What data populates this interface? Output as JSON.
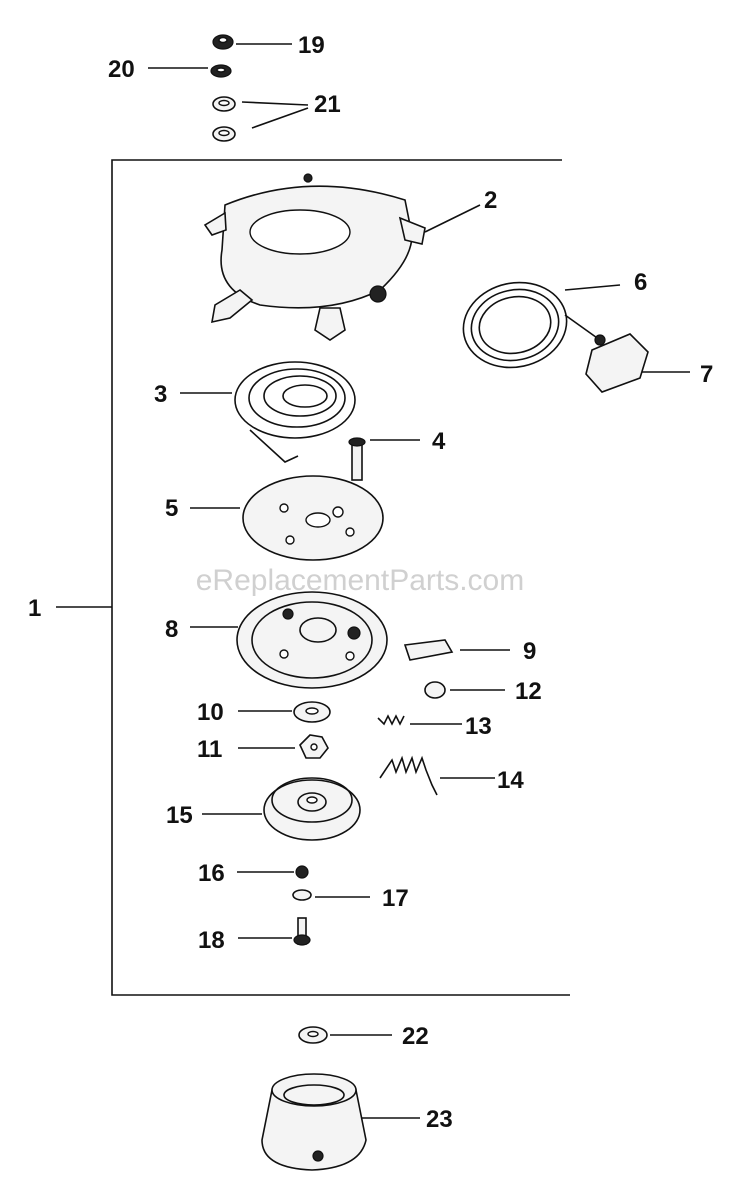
{
  "watermark": "eReplacementParts.com",
  "callouts": {
    "c1": "1",
    "c2": "2",
    "c3": "3",
    "c4": "4",
    "c5": "5",
    "c6": "6",
    "c7": "7",
    "c8": "8",
    "c9": "9",
    "c10": "10",
    "c11": "11",
    "c12": "12",
    "c13": "13",
    "c14": "14",
    "c15": "15",
    "c16": "16",
    "c17": "17",
    "c18": "18",
    "c19": "19",
    "c20": "20",
    "c21": "21",
    "c22": "22",
    "c23": "23"
  }
}
